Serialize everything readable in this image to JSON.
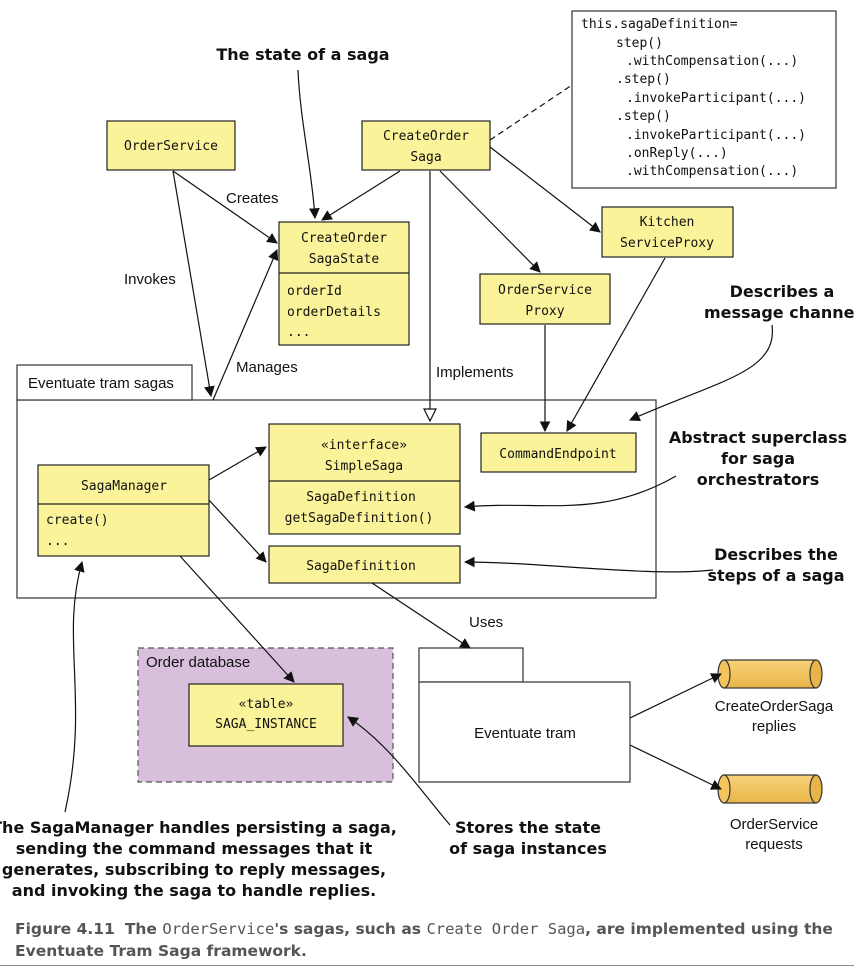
{
  "boxes": {
    "order_service": "OrderService",
    "create_order_saga": [
      "CreateOrder",
      "Saga"
    ],
    "kitchen_proxy": [
      "Kitchen",
      "ServiceProxy"
    ],
    "order_service_proxy": [
      "OrderService",
      "Proxy"
    ],
    "saga_state": {
      "title": [
        "CreateOrder",
        "SagaState"
      ],
      "fields": [
        "orderId",
        "orderDetails",
        "..."
      ]
    },
    "simple_saga": {
      "title": [
        "«interface»",
        "SimpleSaga"
      ],
      "fields": [
        "SagaDefinition",
        "getSagaDefinition()"
      ]
    },
    "command_endpoint": "CommandEndpoint",
    "saga_manager": {
      "title": "SagaManager",
      "fields": [
        "create()",
        "..."
      ]
    },
    "saga_definition": "SagaDefinition",
    "saga_instance": [
      "«table»",
      "SAGA_INSTANCE"
    ],
    "eventuate_tram": "Eventuate tram"
  },
  "containers": {
    "eventuate_tram_sagas": "Eventuate tram sagas",
    "order_database": "Order database"
  },
  "code_snippet": [
    "this.sagaDefinition=",
    "step()",
    ".withCompensation(...)",
    ".step()",
    ".invokeParticipant(...)",
    ".step()",
    ".invokeParticipant(...)",
    ".onReply(...)",
    ".withCompensation(...)"
  ],
  "edge_labels": {
    "creates": "Creates",
    "invokes": "Invokes",
    "manages": "Manages",
    "implements": "Implements",
    "uses": "Uses"
  },
  "channels": {
    "replies": [
      "CreateOrderSaga",
      "replies"
    ],
    "requests": [
      "OrderService",
      "requests"
    ]
  },
  "annotations": {
    "state_of_saga": "The state of a saga",
    "message_channel": [
      "Describes a",
      "message channel"
    ],
    "abstract_superclass": [
      "Abstract superclass",
      "for saga",
      "orchestrators"
    ],
    "steps_of_saga": [
      "Describes the",
      "steps of a saga"
    ],
    "stores_state": [
      "Stores the state",
      "of saga instances"
    ],
    "saga_manager_note": [
      "The SagaManager handles persisting a saga,",
      "sending the command messages that it",
      "generates, subscribing to reply messages,",
      "and invoking the saga to handle replies."
    ]
  },
  "caption": {
    "figure": "Figure 4.11",
    "p1": "The ",
    "code1": "OrderService",
    "p2": "'s sagas, such as ",
    "code2": "Create Order Saga",
    "p3": ", are implemented using the Eventuate Tram Saga framework."
  },
  "colors": {
    "class_fill": "#fbf39a",
    "database_fill": "#d8bfdc",
    "channel_fill": "#f3c45d"
  }
}
